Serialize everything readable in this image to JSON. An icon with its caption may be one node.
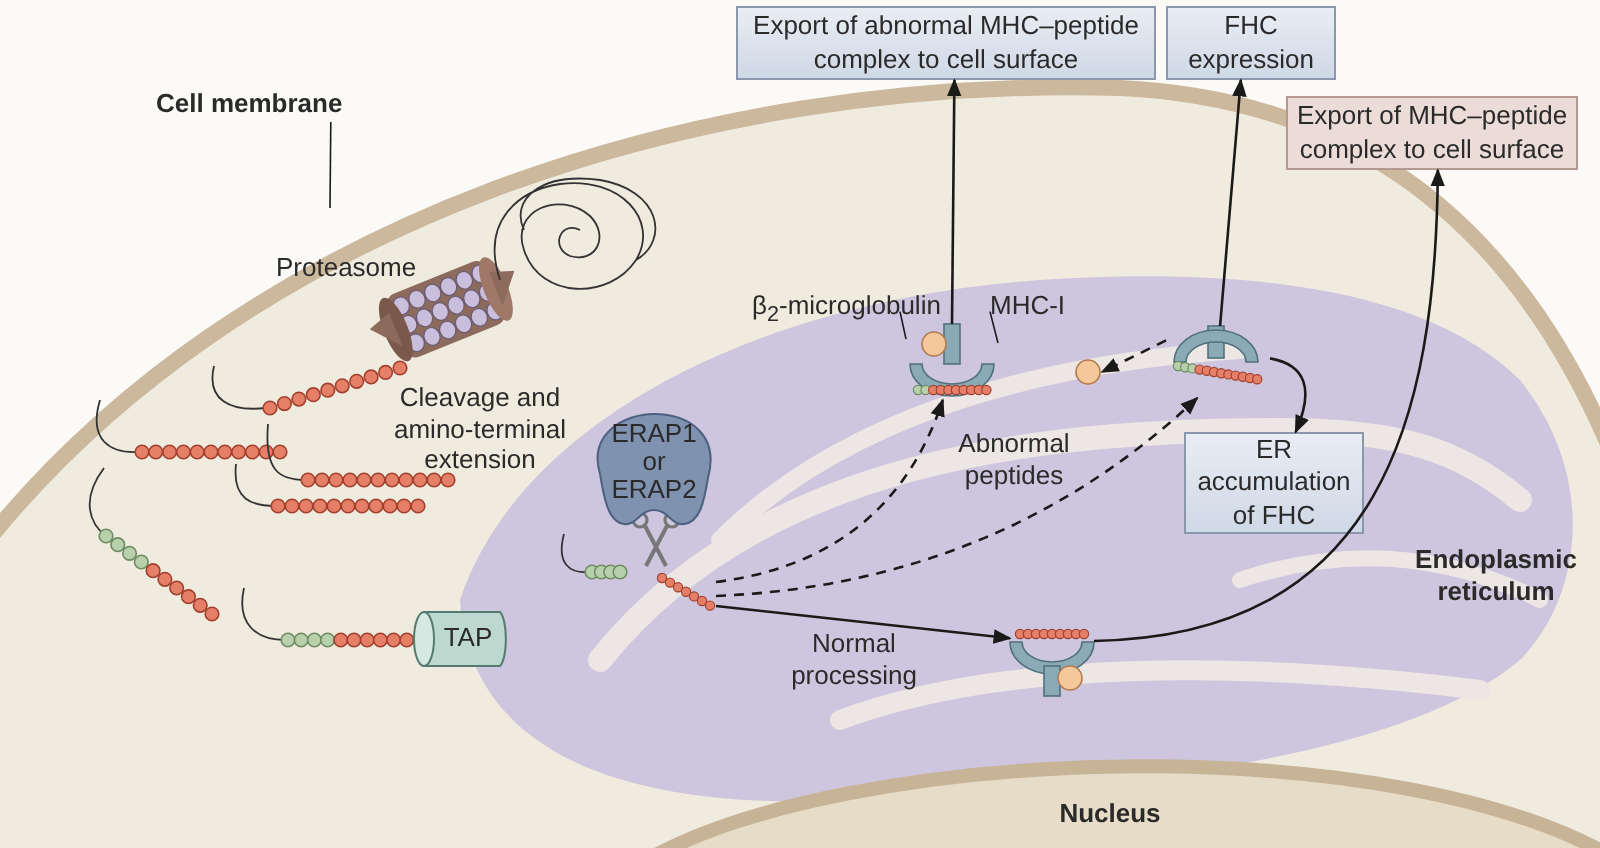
{
  "diagram": {
    "nodes": [
      {
        "text": [
          "Export of abnormal MHC–peptide complex to cell surface"
        ]
      },
      {
        "text": [
          "FHC expression"
        ]
      },
      {
        "text": [
          "Export of MHC–peptide complex to cell surface"
        ]
      },
      {
        "text": [
          "ER accumulation of FHC"
        ]
      },
      {
        "text": [
          "ERAP1 or ERAP2"
        ]
      },
      {
        "text": [
          "TAP"
        ]
      },
      {
        "text": [],
        "shape": "picture"
      },
      {
        "text": [],
        "shape": "picture"
      },
      {
        "text": [],
        "shape": "circle"
      },
      {
        "text": [],
        "shape": "picture"
      },
      {
        "text": [],
        "shape": "picture"
      },
      {
        "text": [
          "Cell membrane"
        ]
      },
      {
        "text": [
          "β$_{2}$-microglobulin"
        ]
      },
      {
        "text": [
          "MHC-I"
        ]
      }
    ],
    "edges": [
      {
        "from": 6,
        "to": 0,
        "arrow": "to"
      },
      {
        "from": 7,
        "to": 1,
        "arrow": "to"
      },
      {
        "from": 9,
        "to": 2,
        "arrow": "to"
      },
      {
        "from": 7,
        "to": 8,
        "arrow": "to",
        "style": "dashed"
      },
      {
        "from": 7,
        "to": 3,
        "arrow": "to"
      },
      {
        "from": 10,
        "to": 6,
        "arrow": "to",
        "style": "dashed"
      },
      {
        "from": 10,
        "to": 7,
        "arrow": "to",
        "style": "dashed"
      },
      {
        "from": 10,
        "to": 9,
        "arrow": "to"
      },
      {
        "from": 11,
        "to": null,
        "arrow": "none"
      },
      {
        "from": 12,
        "to": 6,
        "arrow": "none"
      },
      {
        "from": 13,
        "to": 6,
        "arrow": "none"
      }
    ],
    "labels": [
      "Proteasome",
      "Cleavage and amino-terminal extension",
      "Abnormal peptides",
      "Normal processing",
      "Endoplasmic reticulum",
      "Nucleus"
    ]
  }
}
